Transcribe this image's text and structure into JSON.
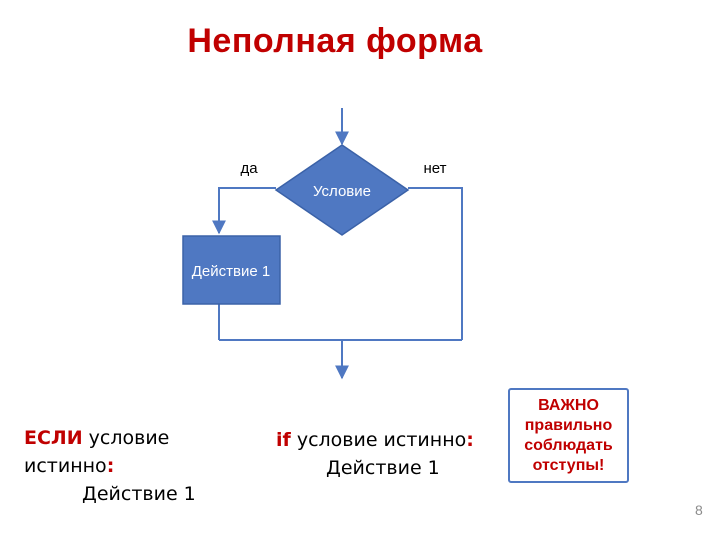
{
  "title": "Неполная форма",
  "flowchart": {
    "condition": "Условие",
    "yes_label": "да",
    "no_label": "нет",
    "action": "Действие 1"
  },
  "pseudocode_ru": {
    "keyword": "ЕСЛИ",
    "condition": "условие истинно",
    "colon": ":",
    "action": "Действие 1"
  },
  "pseudocode_py": {
    "keyword": "if",
    "condition": "условие истинно",
    "colon": ":",
    "action": "Действие 1"
  },
  "important_note": {
    "line1": "ВАЖНО",
    "line2": "правильно",
    "line3": "соблюдать",
    "line4": "отступы!"
  },
  "page_number": "8",
  "colors": {
    "title": "#c00000",
    "shape_fill": "#4f78c2",
    "line": "#4f78c2"
  }
}
